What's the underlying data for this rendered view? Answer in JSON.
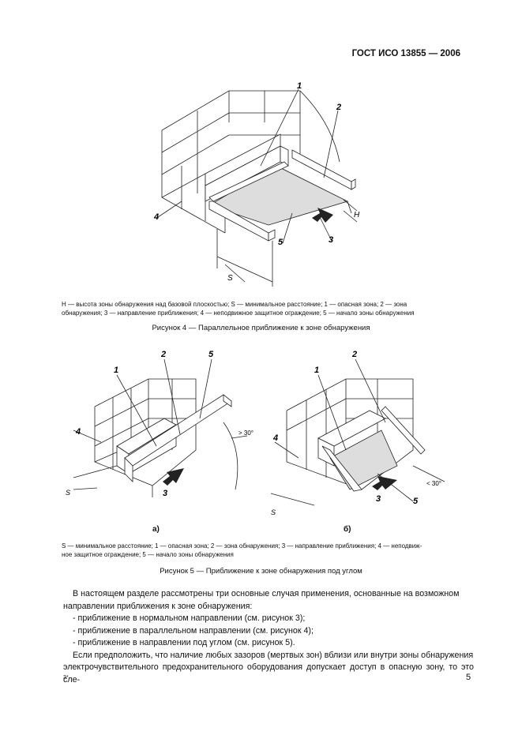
{
  "header": {
    "standard": "ГОСТ ИСО 13855 — 2006"
  },
  "figure4": {
    "labels": {
      "n1": "1",
      "n2": "2",
      "n3": "3",
      "n4": "4",
      "n5": "5",
      "H": "H",
      "S": "S"
    },
    "legend_line1": "H — высота зоны обнаружения над базовой плоскостью; S — минимальное расстояние; 1 — опасная зона; 2 — зона",
    "legend_line2": "обнаружения; 3 — направление приближения; 4 — неподвижное защитное ограждение; 5 — начало зоны обнаружения",
    "caption": "Рисунок 4 — Параллельное приближение к зоне обнаружения"
  },
  "figure5": {
    "a": {
      "n1": "1",
      "n2": "2",
      "n3": "3",
      "n4": "4",
      "n5": "5",
      "S": "S",
      "angle": "> 30°",
      "sublabel": "а)"
    },
    "b": {
      "n1": "1",
      "n2": "2",
      "n3": "3",
      "n4": "4",
      "n5": "5",
      "S": "S",
      "angle": "< 30°",
      "sublabel": "б)"
    },
    "legend_line1": "S — минимальное расстояние; 1 — опасная зона; 2 — зона обнаружения; 3 — направление приближения; 4 — неподвиж-",
    "legend_line2": "ное защитное ограждение; 5 — начало зоны обнаружения",
    "caption": "Рисунок 5 — Приближение к зоне обнаружения под углом"
  },
  "body": {
    "p1_line1": "В настоящем разделе рассмотрены три основные случая применения, основанные на возможном",
    "p1_line2": "направлении приближения к зоне обнаружения:",
    "item1": "- приближение в нормальном направлении (см. рисунок 3);",
    "item2": "- приближение в параллельном направлении (см. рисунок 4);",
    "item3": "- приближение в направлении под углом (см. рисунок 5).",
    "p2_line1": "Если предположить, что наличие любых зазоров (мертвых зон) вблизи или внутри зоны обнаружения",
    "p2_line2": "электрочувствительного предохранительного оборудования допускает доступ в опасную зону, то это сле-"
  },
  "footer": {
    "sheet_mark": "3*",
    "page_number": "5"
  }
}
